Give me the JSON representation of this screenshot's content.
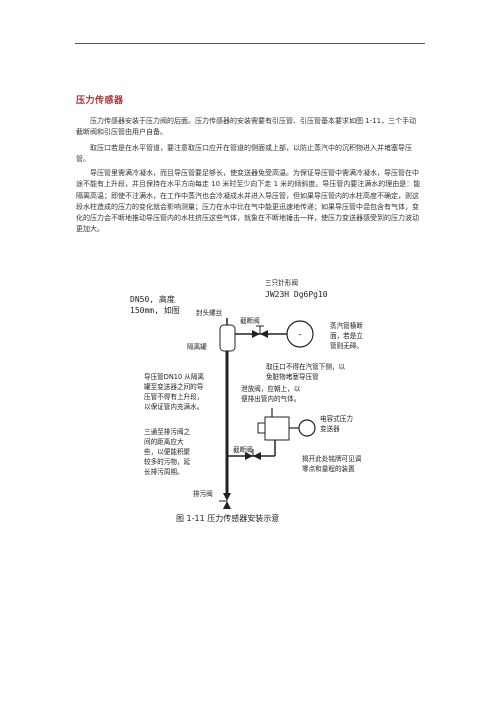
{
  "section_title": "压力传感器",
  "paragraphs": [
    "压力传感器安装于压力阀的后面。压力传感器的安装需要有引压管、引压管基本要求如图 1-11，三个手动截断阀和引压管由用户自备。",
    "取压口若是在水平管道，要注意取压口应开在管道的侧面或上部，以防止蒸汽中的沉积物进入并堵塞导压管。",
    "导压管里需满冷凝水，而且导压管要足够长，使变送器免受高温。为保证导压管中需满冷凝水，导压管在中途不能有上升段，并且保持在水平方向每走 10 米时至少向下走 1 米的倾斜度。导压管内要注满水的理由是：能隔离高温；即使不注满水，在工作中蒸汽也会冷凝成水并进入导压管，但如果导压管内的水柱高度不确定，则这段水柱造成的压力的变化就会影响测量；压力在水中比在气中能更迅速地传递；如果导压管中混包含有气体，变化的压力会不断地推动导压管内的水柱挤压这些气体，就象在不断地锤击一样，使压力变送器感受到的压力波动更加大。"
  ],
  "diagram": {
    "label_dn50": "DN50, 高度",
    "label_dn50_2": "150mm, 如图",
    "label_plug": "封头螺丝",
    "label_valve_top": "截断阀",
    "label_three_valve": "三只针形阀",
    "label_model": "JW23H Dg6Pg10",
    "label_isolation": "隔离罐",
    "label_steam_pipe": "蒸汽管横断",
    "label_steam_pipe_2": "面，若是立",
    "label_steam_pipe_3": "管则无碍。",
    "label_port_note": "取压口不得在汽管下侧，以",
    "label_port_note_2": "免脏物堵塞导压管",
    "label_pipe_dn10": "导压管DN10 从隔离",
    "label_pipe_dn10_2": "罐至变送器之间的导",
    "label_pipe_dn10_3": "压管不得有上升段，",
    "label_pipe_dn10_4": "以保证管内充满水。",
    "label_vent": "泄放阀，应朝上，以",
    "label_vent_2": "便排出管内的气体。",
    "label_transmitter": "电容式压力",
    "label_transmitter_2": "变送器",
    "label_tee": "三通至排污阀之",
    "label_tee_2": "间的距离应大",
    "label_tee_3": "些，以便能积聚",
    "label_tee_4": "较多的污物，延",
    "label_tee_5": "长排污周期。",
    "label_valve_mid": "截断阀",
    "label_cover": "揭开此处铭牌可见调",
    "label_cover_2": "零点和量程的装置",
    "label_drain": "排污阀",
    "pipe_symbol": "-",
    "caption": "图 1-11  压力传感器安装示意"
  }
}
